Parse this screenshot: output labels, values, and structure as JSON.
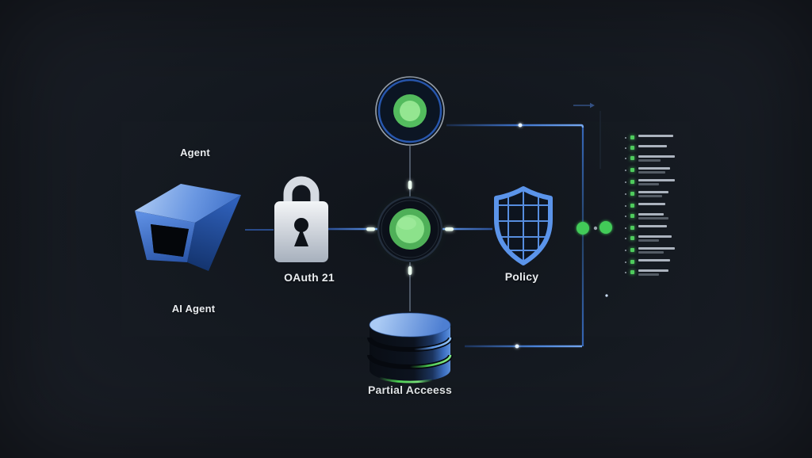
{
  "diagram": {
    "labels": {
      "agent_top": "Agent",
      "agent_bottom": "AI Agent",
      "lock": "OAuth 21",
      "shield": "Policy",
      "database": "Partial Acceess"
    },
    "nodes": [
      {
        "id": "ai-agent",
        "type": "3d-box",
        "label_above": "Agent",
        "label_below": "AI Agent"
      },
      {
        "id": "oauth-lock",
        "type": "padlock",
        "label": "OAuth 21"
      },
      {
        "id": "auth-node",
        "type": "glowing-green-circle"
      },
      {
        "id": "token-node",
        "type": "glowing-green-circle-ringed"
      },
      {
        "id": "policy-shield",
        "type": "shield-grid",
        "label": "Policy"
      },
      {
        "id": "scoped-database",
        "type": "database-cylinder",
        "label": "Partial Acceess"
      }
    ],
    "icons": [
      "ai-agent-box-icon",
      "lock-icon",
      "auth-node-icon",
      "token-node-icon",
      "shield-icon",
      "database-icon",
      "arrow-icon",
      "status-dot-icon"
    ],
    "colors": {
      "background": "#171b22",
      "accent_green": "#4ecb5c",
      "accent_green_light": "#95e792",
      "accent_blue": "#4f86dc",
      "shield_blue": "#5b94ea",
      "box_blue": "#3c6fd0",
      "lock_silver": "#dde2e9",
      "text": "#e9ecef"
    },
    "event_list": {
      "items": [
        {
          "lines": [
            44
          ]
        },
        {
          "lines": [
            36
          ]
        },
        {
          "lines": [
            46,
            28
          ]
        },
        {
          "lines": [
            40,
            34
          ]
        },
        {
          "lines": [
            46,
            26
          ]
        },
        {
          "lines": [
            38,
            30
          ]
        },
        {
          "lines": [
            34
          ]
        },
        {
          "lines": [
            32,
            38
          ]
        },
        {
          "lines": [
            36
          ]
        },
        {
          "lines": [
            42,
            26
          ]
        },
        {
          "lines": [
            46,
            32
          ]
        },
        {
          "lines": [
            40
          ]
        },
        {
          "lines": [
            38,
            26
          ]
        }
      ]
    }
  }
}
